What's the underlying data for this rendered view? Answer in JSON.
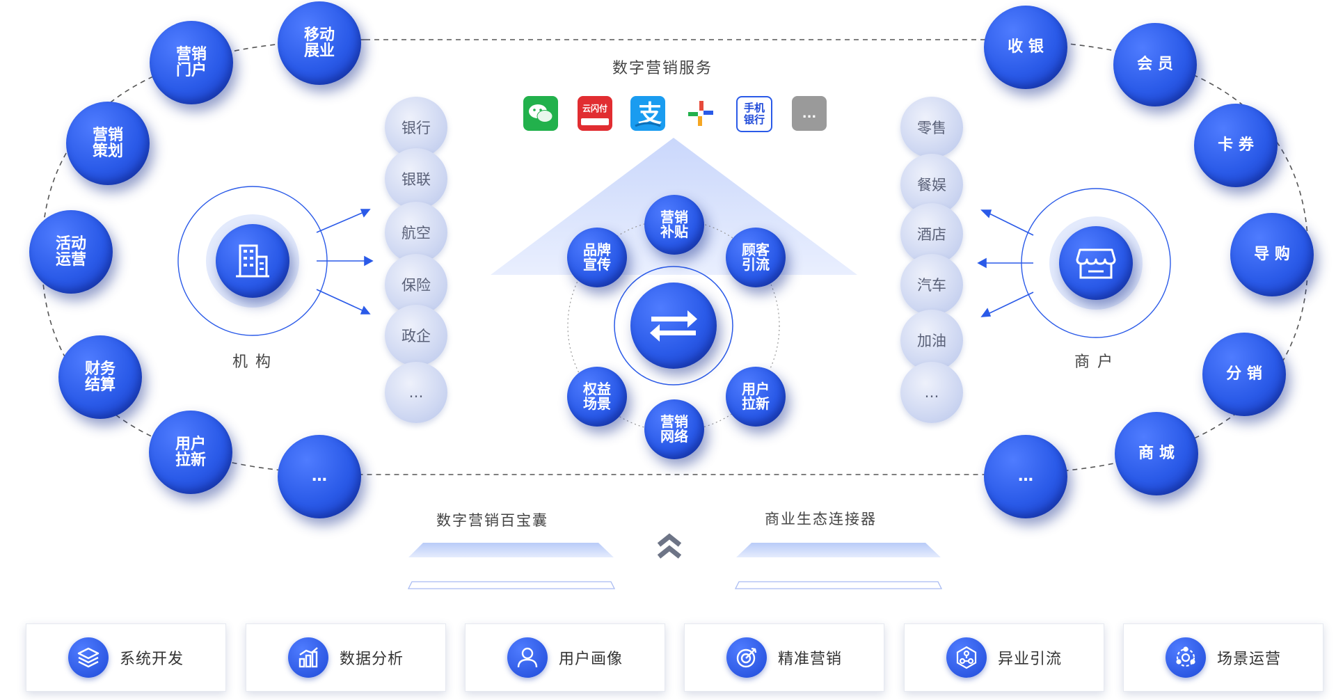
{
  "top_title": "数字营销服务",
  "left_node": {
    "label": "机 构"
  },
  "right_node": {
    "label": "商 户"
  },
  "left_ring": [
    "营销\n门户",
    "移动\n展业",
    "营销\n策划",
    "活动\n运营",
    "财务\n结算",
    "用户\n拉新",
    "…"
  ],
  "right_ring": [
    "收 银",
    "会 员",
    "卡 券",
    "导 购",
    "分 销",
    "商 城",
    "…"
  ],
  "institutions": [
    "银行",
    "银联",
    "航空",
    "保险",
    "政企",
    "…"
  ],
  "merchants": [
    "零售",
    "餐娱",
    "酒店",
    "汽车",
    "加油",
    "…"
  ],
  "hub": [
    "营销\n补贴",
    "顾客\n引流",
    "用户\n拉新",
    "营销\n网络",
    "权益\n场景",
    "品牌\n宣传"
  ],
  "apps": {
    "unionpay": "云闪付",
    "mobile_bank": "手机\n银行",
    "more": "..."
  },
  "bottom_left_label": "数字营销百宝囊",
  "bottom_right_label": "商业生态连接器",
  "features": [
    "系统开发",
    "数据分析",
    "用户画像",
    "精准营销",
    "异业引流",
    "场景运营"
  ],
  "colors": {
    "primary": "#2a5ae8",
    "dark": "#1536b8",
    "light": "#cfd8f2"
  }
}
